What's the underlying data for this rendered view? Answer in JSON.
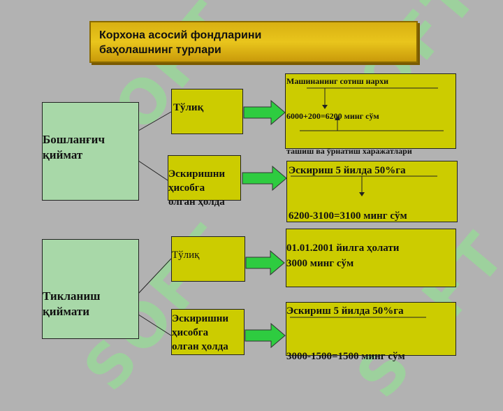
{
  "title": {
    "line1": "Корхона асосий фондларини",
    "line2": "баҳолашнинг турлари"
  },
  "watermark": "SOFT",
  "left_boxes": {
    "initial": {
      "line1": "Бошланғич",
      "line2": "қиймат"
    },
    "restoration": {
      "line1": "Тикланиш",
      "line2": "қиймати"
    }
  },
  "mid_boxes": {
    "full_1": "Тўлиқ",
    "depr_1": {
      "line1": "Эскиришни",
      "line2": "ҳисобга",
      "line3": "олган ҳолда"
    },
    "full_2": "Тўлиқ",
    "depr_2": {
      "line1": "Эскиришни",
      "line2": "ҳисобга",
      "line3": "олган ҳолда"
    }
  },
  "right_boxes": {
    "r1": {
      "top": "Машинанинг сотиш нархи",
      "formula": "6000+200=6200 минг сўм",
      "bottom": "ташиш ва ўрнатиш харажатлари"
    },
    "r2": {
      "top": "Эскириш 5 йилда  50%га",
      "formula": "6200-3100=3100 минг сўм"
    },
    "r3": {
      "line1": "01.01.2001 йилга ҳолати",
      "line2": "3000 минг сўм"
    },
    "r4": {
      "top": "Эскириш 5 йилда  50%га",
      "formula": "3000-1500=1500 минг сўм"
    }
  },
  "colors": {
    "background": "#b2b2b2",
    "left_box": "#a8d8a8",
    "mid_right_box": "#cccc00",
    "arrow": "#2ecc40",
    "title_gold": "#e0bb18"
  }
}
